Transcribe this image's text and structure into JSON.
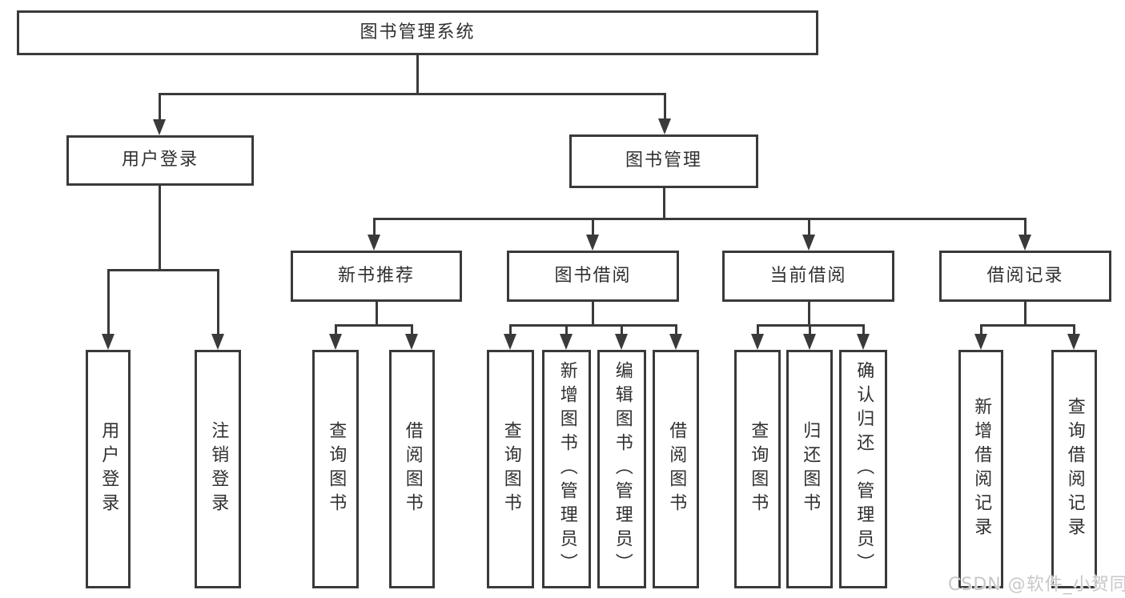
{
  "diagram": {
    "root_label": "图书管理系统",
    "level2": [
      "用户登录",
      "图书管理"
    ],
    "level3": [
      "新书推荐",
      "图书借阅",
      "当前借阅",
      "借阅记录"
    ],
    "leaves": [
      "用户登录",
      "注销登录",
      "查询图书",
      "借阅图书",
      "查询图书",
      "新增图书（管理员）",
      "编辑图书（管理员）",
      "借阅图书",
      "查询图书",
      "归还图书",
      "确认归还（管理员）",
      "新增借阅记录",
      "查询借阅记录"
    ]
  },
  "watermark": {
    "text": "CSDN @软件_小贺同学"
  },
  "colors": {
    "line": "#3a3a3a",
    "text": "#303030",
    "watermark": "#c8c8c8",
    "background": "#ffffff"
  }
}
